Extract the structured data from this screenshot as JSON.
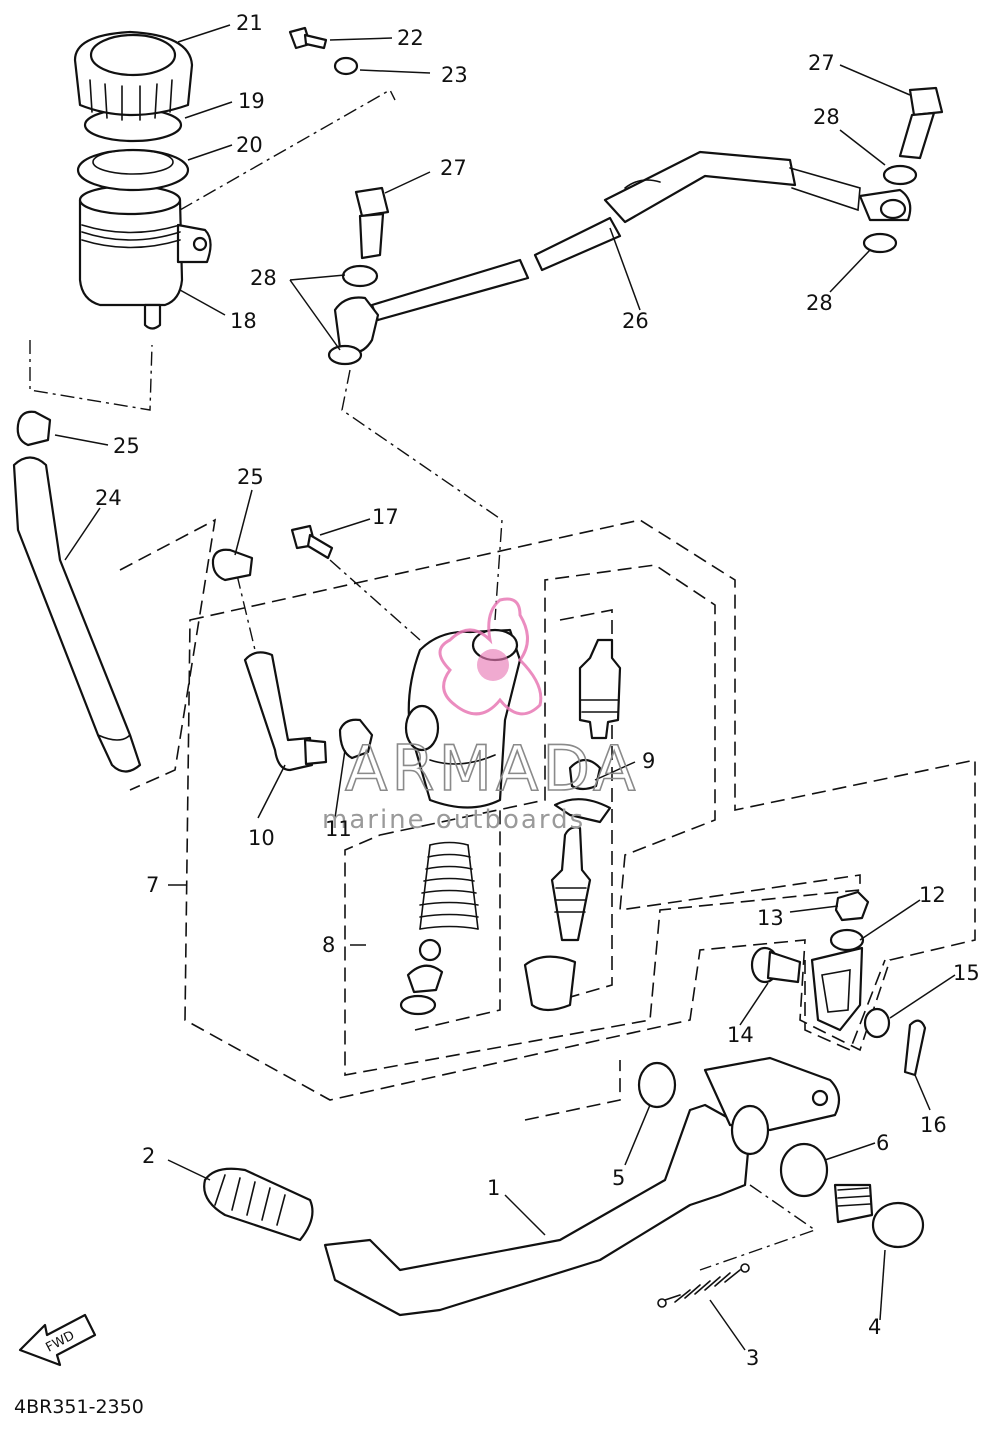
{
  "diagram": {
    "code": "4BR351-2350",
    "fwd_label": "FWD",
    "callouts": [
      "1",
      "2",
      "3",
      "4",
      "5",
      "6",
      "7",
      "8",
      "9",
      "10",
      "11",
      "12",
      "13",
      "14",
      "15",
      "16",
      "17",
      "18",
      "19",
      "20",
      "21",
      "22",
      "23",
      "24",
      "25",
      "25",
      "26",
      "27",
      "27",
      "28",
      "28",
      "28",
      "28"
    ]
  },
  "watermark": {
    "brand": "ARMADA",
    "tagline": "marine outboards",
    "colors": {
      "logo": "#e879b5",
      "text": "#8a8a8a"
    }
  },
  "colors": {
    "line": "#111111",
    "background": "#ffffff"
  }
}
